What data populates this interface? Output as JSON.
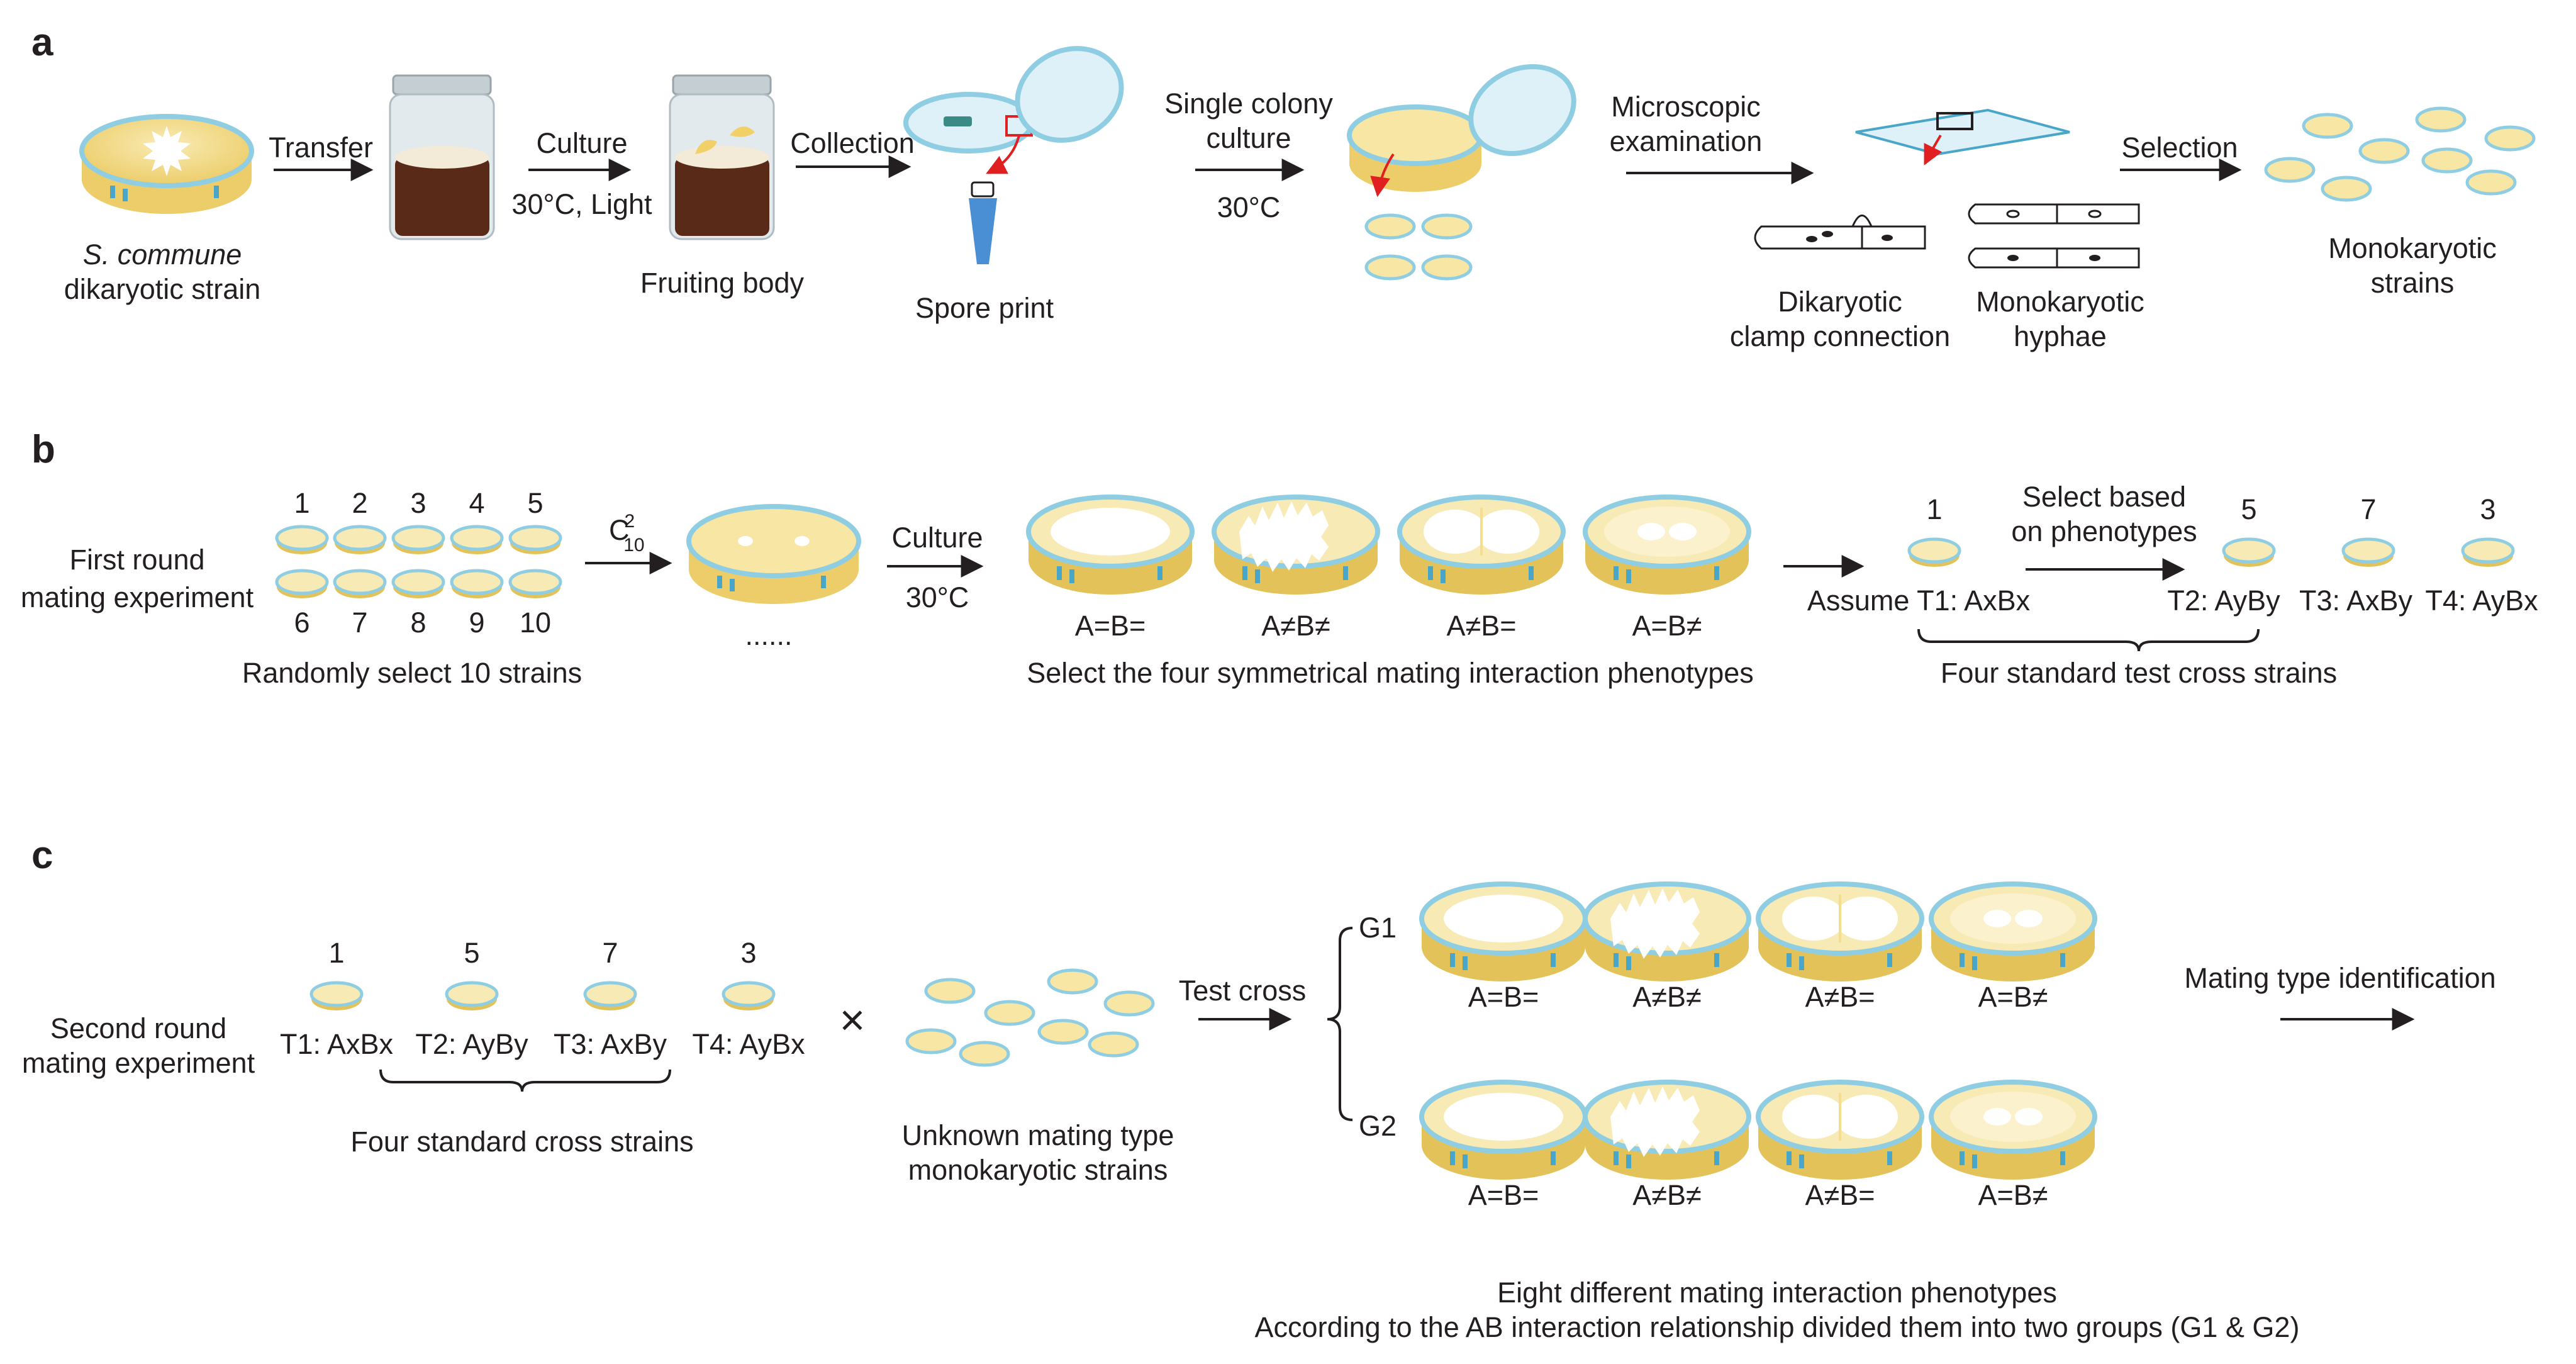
{
  "panels": {
    "a": "a",
    "b": "b",
    "c": "c"
  },
  "a": {
    "species": "S. commune",
    "strain_label": "dikaryotic  strain",
    "transfer": "Transfer",
    "culture": "Culture",
    "culture_conditions": "30°C, Light",
    "fruiting_body": "Fruiting body",
    "collection": "Collection",
    "spore_print": "Spore print",
    "single_colony_1": "Single colony",
    "single_colony_2": "culture",
    "single_colony_temp": "30°C",
    "microscopic_1": "Microscopic",
    "microscopic_2": "examination",
    "dikaryotic_1": "Dikaryotic",
    "dikaryotic_2": "clamp connection",
    "monokaryotic_1": "Monokaryotic",
    "monokaryotic_2": "hyphae",
    "selection": "Selection",
    "mono_strains_1": "Monokaryotic",
    "mono_strains_2": "strains"
  },
  "b": {
    "first_round_1": "First round",
    "first_round_2": "mating experiment",
    "strain_numbers": [
      "1",
      "2",
      "3",
      "4",
      "5",
      "6",
      "7",
      "8",
      "9",
      "10"
    ],
    "randomly": "Randomly select 10 strains",
    "comb_base": "C",
    "comb_sup": "2",
    "comb_sub": "10",
    "ellipsis": "......",
    "culture": "Culture",
    "culture_temp": "30°C",
    "phenotypes": [
      "A=B=",
      "A≠B≠",
      "A≠B=",
      "A=B≠"
    ],
    "select_four": "Select the four symmetrical mating interaction phenotypes",
    "assume_num": "1",
    "assume": "Assume T1: AxBx",
    "select_based_1": "Select based",
    "select_based_2": "on phenotypes",
    "t_numbers": [
      "5",
      "7",
      "3"
    ],
    "t_labels": [
      "T2: AyBy",
      "T3: AxBy",
      "T4: AyBx"
    ],
    "four_standard": "Four standard test cross strains"
  },
  "c": {
    "second_round_1": "Second round",
    "second_round_2": "mating experiment",
    "t_numbers": [
      "1",
      "5",
      "7",
      "3"
    ],
    "t_labels": [
      "T1: AxBx",
      "T2: AyBy",
      "T3: AxBy",
      "T4: AyBx"
    ],
    "four_standard": "Four standard cross strains",
    "times": "×",
    "unknown_1": "Unknown mating type",
    "unknown_2": "monokaryotic strains",
    "test_cross": "Test cross",
    "g1": "G1",
    "g2": "G2",
    "phenotypes": [
      "A=B=",
      "A≠B≠",
      "A≠B=",
      "A=B≠"
    ],
    "mating_id": "Mating type identification",
    "eight_1": "Eight different mating interaction phenotypes",
    "eight_2": "According to the AB interaction relationship divided them into two groups (G1 & G2)"
  },
  "colors": {
    "dish_rim": "#8fcde3",
    "dish_rim_dark": "#4aa6c8",
    "agar": "#f4dd8c",
    "agar_dark": "#e3c25a",
    "agar_light": "#f8eab5",
    "mycelium": "#ffffff",
    "jar_glass": "#dde6ea",
    "jar_rim": "#b9c3c8",
    "substrate": "#5a2a18",
    "tube": "#4a8fd4",
    "red_arrow": "#e02020",
    "stroke": "#231f20"
  }
}
